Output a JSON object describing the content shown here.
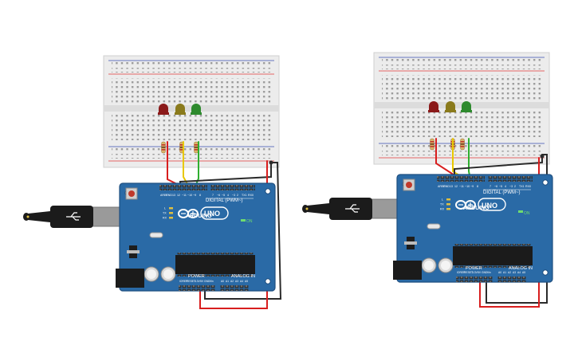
{
  "colors": {
    "board": "#2a6aa6",
    "board_edge": "#1f4f80",
    "breadboard": "#e9e9e9",
    "rail_red": "#e33a3a",
    "rail_blue": "#3a4fb0",
    "led_red": "#8b1a1a",
    "led_yellow": "#8a7a1c",
    "led_green": "#2e8a2e",
    "wire_red": "#d81e1e",
    "wire_yellow": "#e8c800",
    "wire_green": "#2faf2f",
    "wire_black": "#2b2b2b"
  },
  "circuits": [
    {
      "board_brand": "ARDUINO",
      "board_model": "UNO",
      "on_label": "ON",
      "digital_label": "DIGITAL (PWM~)",
      "power_label": "POWER",
      "analog_label": "ANALOG IN",
      "led_colors": [
        "red",
        "yellow",
        "green"
      ]
    },
    {
      "board_brand": "ARDUINO",
      "board_model": "UNO",
      "on_label": "ON",
      "digital_label": "DIGITAL (PWM~)",
      "power_label": "POWER",
      "analog_label": "ANALOG IN",
      "led_colors": [
        "red",
        "yellow",
        "green"
      ]
    }
  ]
}
